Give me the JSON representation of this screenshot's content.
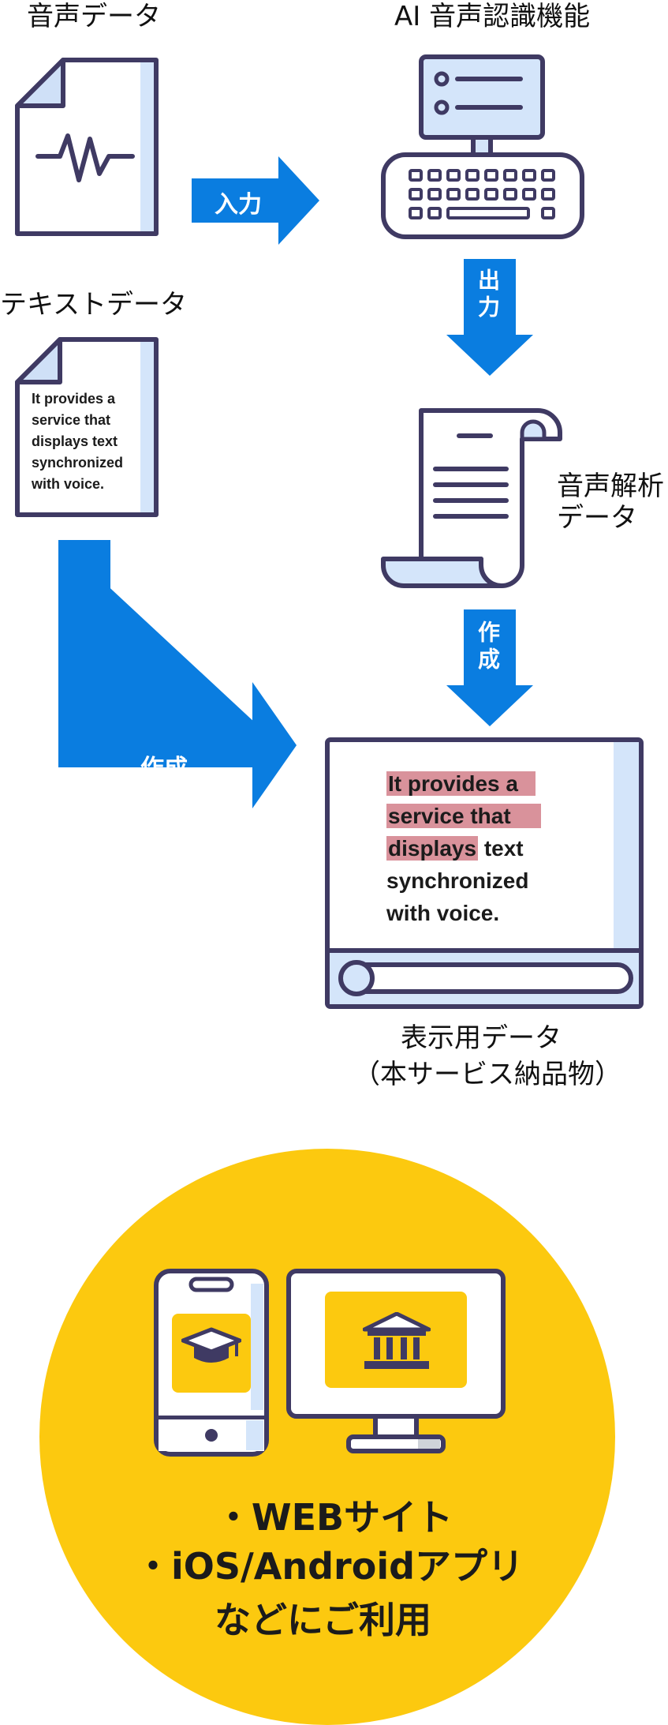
{
  "labels": {
    "audio_data": "音声データ",
    "ai_engine": "AI 音声認識機能",
    "text_data": "テキストデータ",
    "analysis_line1": "音声解析",
    "analysis_line2": "データ",
    "display_line1": "表示用データ",
    "display_line2": "（本サービス納品物）"
  },
  "arrows": {
    "input": "入力",
    "output": "出力",
    "create_right": "作成",
    "create_left": "作成"
  },
  "text_doc": {
    "lines": [
      "It provides a",
      "service that",
      "displays text",
      "synchronized",
      "with voice."
    ]
  },
  "screen": {
    "line1": "It provides a",
    "line2": "service that",
    "line3_highlight": "displays",
    "line3_rest": " text",
    "line4": "synchronized",
    "line5": "with voice."
  },
  "usage": {
    "line1": "・WEBサイト",
    "line2": "・iOS/Androidアプリ",
    "line3": "などにご利用"
  },
  "colors": {
    "arrow_blue": "#0a7de0",
    "outline": "#3f3a63",
    "panel_blue": "#d4e5fa",
    "highlight": "#d9929b",
    "circle_yellow": "#fcc90f"
  },
  "icons": {
    "audio_file": "audio-file-icon",
    "computer": "computer-icon",
    "text_file": "text-file-icon",
    "scroll": "scroll-document-icon",
    "screen": "display-screen-icon",
    "phone": "smartphone-icon",
    "graduation_cap": "graduation-cap-icon",
    "monitor": "monitor-icon",
    "bank": "institution-icon"
  }
}
